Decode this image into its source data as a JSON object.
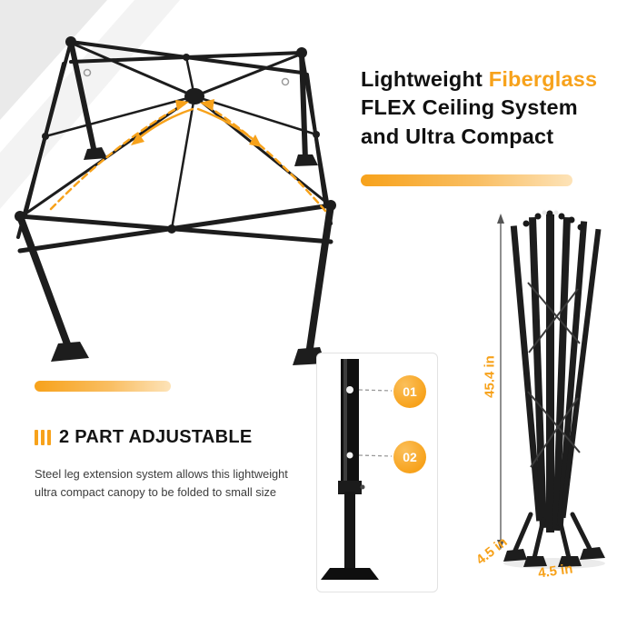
{
  "headline": {
    "l1a": "Lightweight ",
    "l1b": "Fiberglass",
    "l2": "FLEX Ceiling System",
    "l3": "and Ultra Compact"
  },
  "feature": {
    "title": "2 PART ADJUSTABLE",
    "desc1": "Steel leg extension system allows this lightweight",
    "desc2": "ultra compact canopy to be folded to small size"
  },
  "leg_callout": {
    "step1": "01",
    "step2": "02"
  },
  "dims": {
    "height": "45.4 in",
    "base_a": "4.5 in",
    "base_b": "4.5 in"
  },
  "colors": {
    "accent_orange": "#F7A21B",
    "accent_orange_light": "#FDE3B8",
    "text_dark": "#121212",
    "frame_black": "#1d1d1d"
  }
}
